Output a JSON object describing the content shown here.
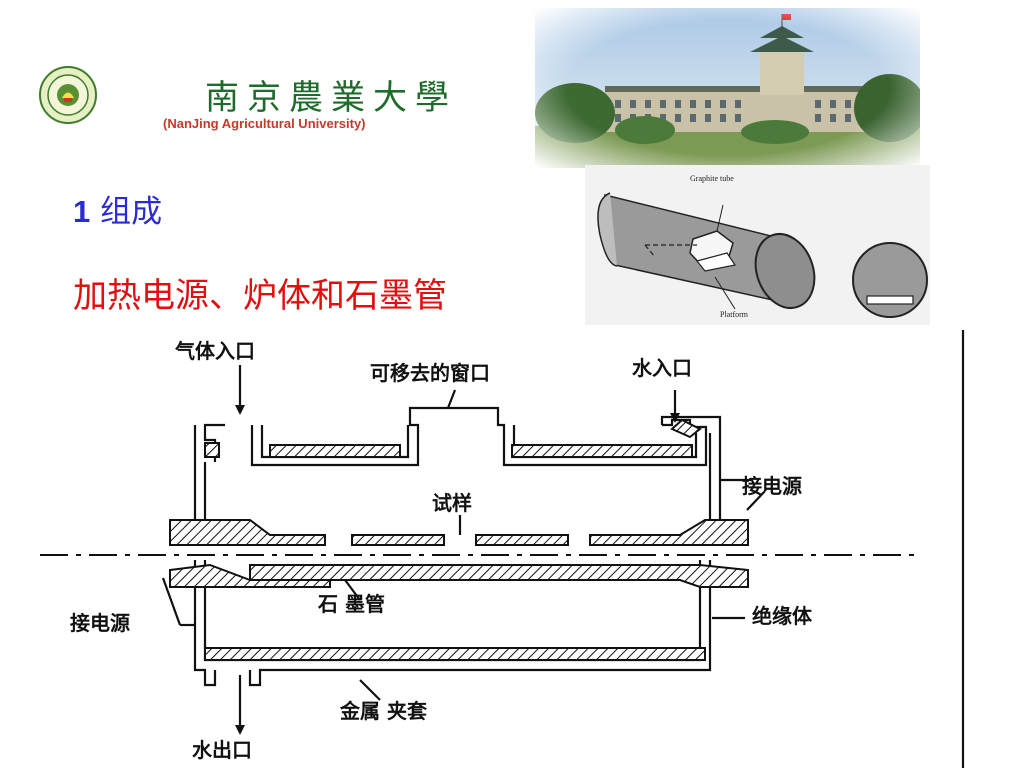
{
  "header": {
    "university_cn": "南京農業大學",
    "university_en": "(NanJing Agricultural University)",
    "seal_icon": "university-seal-icon",
    "photo": "campus-building-photo"
  },
  "section": {
    "number": "1",
    "title": "组成",
    "subtitle": "加热电源、炉体和石墨管"
  },
  "graphite_figure": {
    "tube_label": "Graphite tube",
    "platform_label": "Platform"
  },
  "furnace_diagram": {
    "gas_inlet": "气体入口",
    "removable_window": "可移去的窗口",
    "water_inlet": "水入口",
    "power_right": "接电源",
    "sample": "试样",
    "graphite_tube": "石 墨管",
    "power_left": "接电源",
    "insulator": "绝缘体",
    "metal_jacket": "金属 夹套",
    "water_outlet": "水出口"
  },
  "colors": {
    "title_blue": "#2b2bd6",
    "subtitle_red": "#e01010",
    "logo_green": "#1f6b2a",
    "logo_red": "#c23a2a"
  }
}
